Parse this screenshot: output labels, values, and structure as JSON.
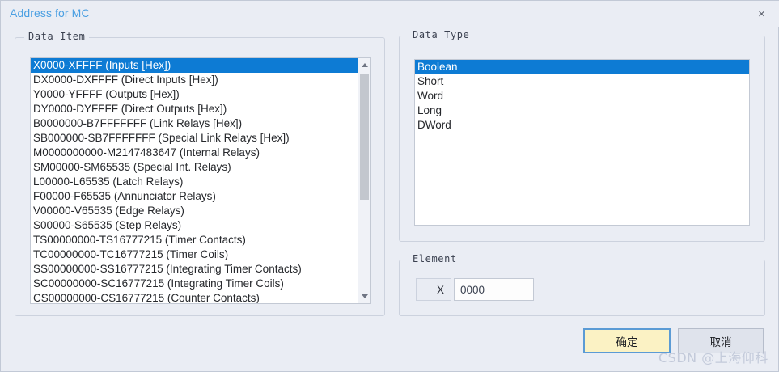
{
  "window": {
    "title": "Address for MC",
    "close_icon": "close-icon",
    "close_glyph": "×"
  },
  "data_item": {
    "group_label": "Data Item",
    "selected_index": 0,
    "items": [
      "X0000-XFFFF (Inputs [Hex])",
      "DX0000-DXFFFF (Direct Inputs [Hex])",
      "Y0000-YFFFF (Outputs [Hex])",
      "DY0000-DYFFFF (Direct Outputs [Hex])",
      "B0000000-B7FFFFFFF (Link Relays [Hex])",
      "SB000000-SB7FFFFFFF (Special Link Relays [Hex])",
      "M0000000000-M2147483647 (Internal Relays)",
      "SM00000-SM65535 (Special Int. Relays)",
      "L00000-L65535 (Latch Relays)",
      "F00000-F65535 (Annunciator Relays)",
      "V00000-V65535 (Edge Relays)",
      "S00000-S65535 (Step Relays)",
      "TS00000000-TS16777215 (Timer Contacts)",
      "TC00000000-TC16777215 (Timer Coils)",
      "SS00000000-SS16777215 (Integrating Timer Contacts)",
      "SC00000000-SC16777215 (Integrating Timer Coils)",
      "CS00000000-CS16777215 (Counter Contacts)"
    ],
    "scrollbar": {
      "up_icon": "scroll-up-arrow-icon",
      "down_icon": "scroll-down-arrow-icon"
    }
  },
  "data_type": {
    "group_label": "Data Type",
    "selected_index": 0,
    "items": [
      "Boolean",
      "Short",
      "Word",
      "Long",
      "DWord"
    ]
  },
  "element": {
    "group_label": "Element",
    "prefix": "X",
    "value": "0000"
  },
  "footer": {
    "ok_label": "确定",
    "cancel_label": "取消"
  },
  "watermark": {
    "text": "CSDN @上海仰科"
  },
  "colors": {
    "accent_selection": "#0d7bd4",
    "title_text": "#4a9fe2",
    "ok_button_bg": "#fbf2c4",
    "ok_button_border": "#5b9bd5",
    "dialog_bg": "#eaedf4"
  }
}
